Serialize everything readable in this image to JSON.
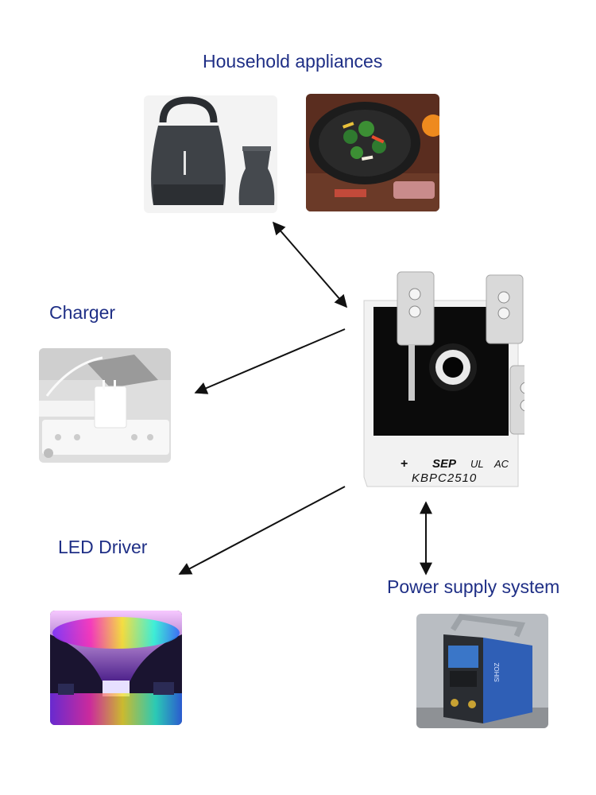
{
  "labels": {
    "household": "Household appliances",
    "charger": "Charger",
    "led": "LED Driver",
    "power": "Power supply system"
  },
  "component": {
    "brand": "SEP",
    "cert": "UL",
    "ac": "AC",
    "plus": "+",
    "model": "KBPC2510"
  },
  "device_text": {
    "charger_brand": "SIHOZ"
  },
  "icons": {
    "kettle": "kettle-appliance-image",
    "wok": "wok-induction-cooker-image",
    "charger": "usb-charger-image",
    "led": "led-canopy-image",
    "welder": "welding-power-supply-image"
  },
  "colors": {
    "label": "#1f2f86",
    "arrow": "#111111",
    "component_body": "#f2f2f2",
    "component_cavity": "#0b0b0b",
    "terminal": "#d9d9d9"
  }
}
